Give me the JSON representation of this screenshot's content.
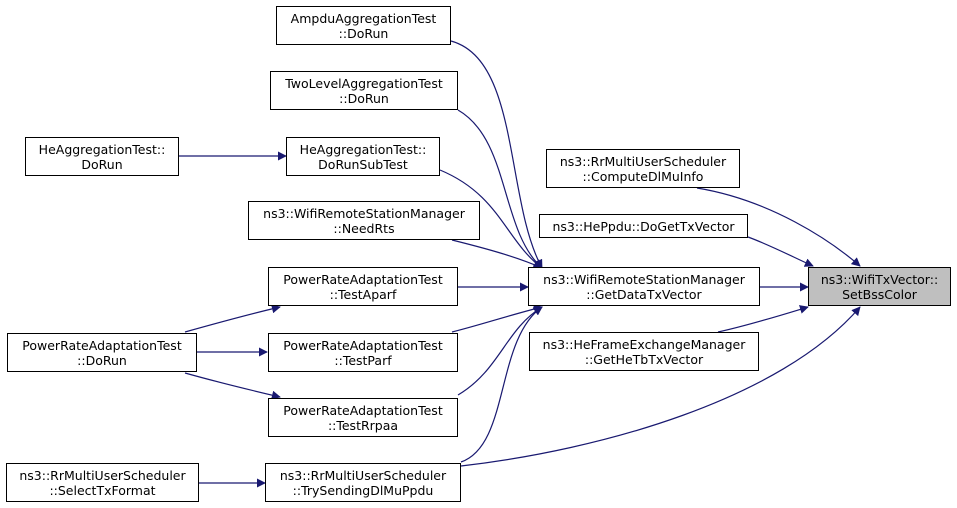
{
  "colors": {
    "edge": "#191970",
    "node_border": "#000000",
    "target_fill": "#bfbfbf",
    "background": "#ffffff"
  },
  "nodes": {
    "ampdu": {
      "line1": "AmpduAggregationTest",
      "line2": "::DoRun"
    },
    "twolevel": {
      "line1": "TwoLevelAggregationTest",
      "line2": "::DoRun"
    },
    "heagg": {
      "line1": "HeAggregationTest::",
      "line2": "DoRun"
    },
    "heaggsub": {
      "line1": "HeAggregationTest::",
      "line2": "DoRunSubTest"
    },
    "needrts": {
      "line1": "ns3::WifiRemoteStationManager",
      "line2": "::NeedRts"
    },
    "aparf": {
      "line1": "PowerRateAdaptationTest",
      "line2": "::TestAparf"
    },
    "praDoRun": {
      "line1": "PowerRateAdaptationTest",
      "line2": "::DoRun"
    },
    "parf": {
      "line1": "PowerRateAdaptationTest",
      "line2": "::TestParf"
    },
    "rrpaa": {
      "line1": "PowerRateAdaptationTest",
      "line2": "::TestRrpaa"
    },
    "selecttx": {
      "line1": "ns3::RrMultiUserScheduler",
      "line2": "::SelectTxFormat"
    },
    "trysending": {
      "line1": "ns3::RrMultiUserScheduler",
      "line2": "::TrySendingDlMuPpdu"
    },
    "getdatatx": {
      "line1": "ns3::WifiRemoteStationManager",
      "line2": "::GetDataTxVector"
    },
    "computedl": {
      "line1": "ns3::RrMultiUserScheduler",
      "line2": "::ComputeDlMuInfo"
    },
    "heppdu": {
      "line1": "ns3::HePpdu::DoGetTxVector",
      "line2": ""
    },
    "hetb": {
      "line1": "ns3::HeFrameExchangeManager",
      "line2": "::GetHeTbTxVector"
    },
    "setbss": {
      "line1": "ns3::WifiTxVector::",
      "line2": "SetBssColor"
    }
  }
}
